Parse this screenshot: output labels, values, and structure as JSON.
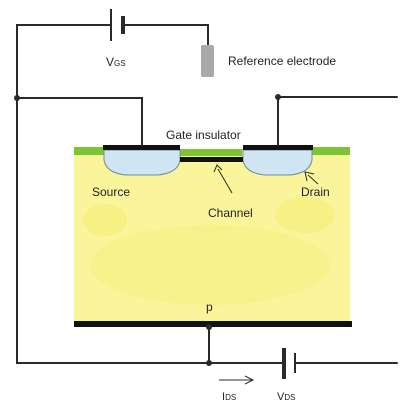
{
  "labels": {
    "vgs_main": "V",
    "vgs_sub": "GS",
    "reference_electrode": "Reference electrode",
    "gate_insulator": "Gate insulator",
    "source": "Source",
    "drain": "Drain",
    "channel": "Channel",
    "substrate": "p",
    "ids_main": "I",
    "ids_sub": "DS",
    "vds_main": "V",
    "vds_sub": "DS"
  },
  "colors": {
    "wire": "#2a2a2a",
    "substrate": "#faf59a",
    "well": "#cfe5f2",
    "green_layer": "#7cc433",
    "electrode": "#a9a9a9",
    "contact": "#111111"
  }
}
